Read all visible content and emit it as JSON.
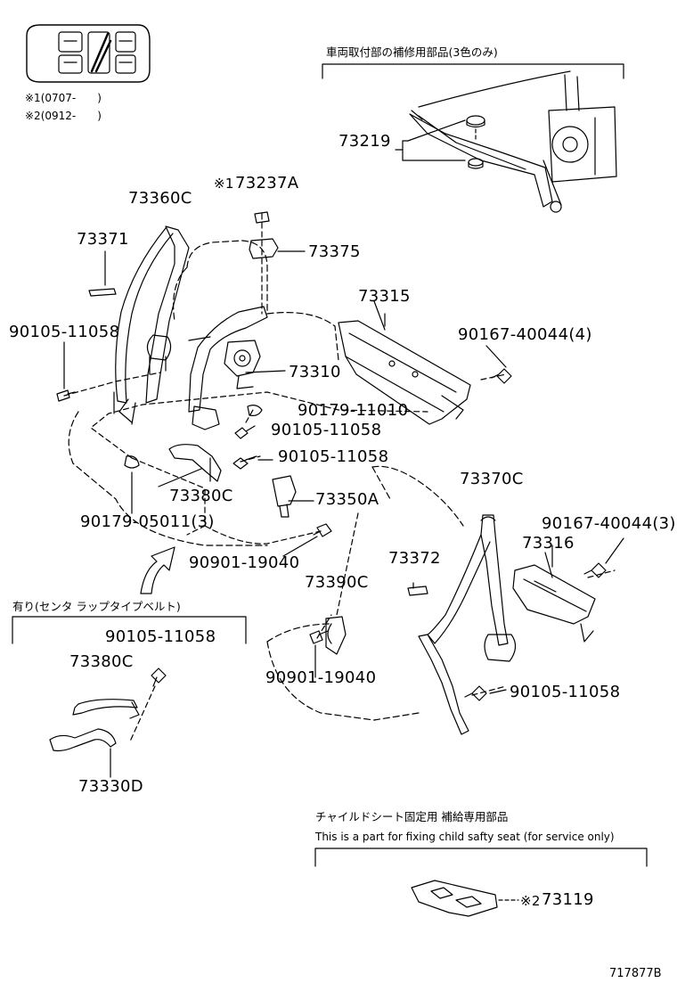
{
  "notes": {
    "variant1": "※1(0707-　　)",
    "variant2": "※2(0912-　　)",
    "top_bracket_caption": "車両取付部の補修用部品(3色のみ)",
    "center_lap_caption": "有り(センタ ラップタイプベルト)",
    "child_seat_caption_jp": "チャイルドシート固定用 補給専用部品",
    "child_seat_caption_en": "This is a part for fixing child safty seat (for service only)"
  },
  "parts": {
    "p73219": "73219",
    "p73237A": "73237A",
    "p73237A_mark": "※1",
    "p73360C": "73360C",
    "p73371": "73371",
    "p73375": "73375",
    "p73315": "73315",
    "p90105_11058_a": "90105-11058",
    "p90167_40044_4": "90167-40044(4)",
    "p73310": "73310",
    "p90179_11010": "90179-11010",
    "p90105_11058_b": "90105-11058",
    "p90105_11058_c": "90105-11058",
    "p73380C_a": "73380C",
    "p73350A": "73350A",
    "p73370C": "73370C",
    "p90179_05011_3": "90179-05011(3)",
    "p90167_40044_3": "90167-40044(3)",
    "p73316": "73316",
    "p90901_19040_a": "90901-19040",
    "p73372": "73372",
    "p73390C": "73390C",
    "p90105_11058_d": "90105-11058",
    "p73380C_b": "73380C",
    "p90901_19040_b": "90901-19040",
    "p90105_11058_e": "90105-11058",
    "p73330D": "73330D",
    "p73119": "73119",
    "p73119_mark": "※2"
  },
  "footer": {
    "diagram_id": "717877B"
  }
}
